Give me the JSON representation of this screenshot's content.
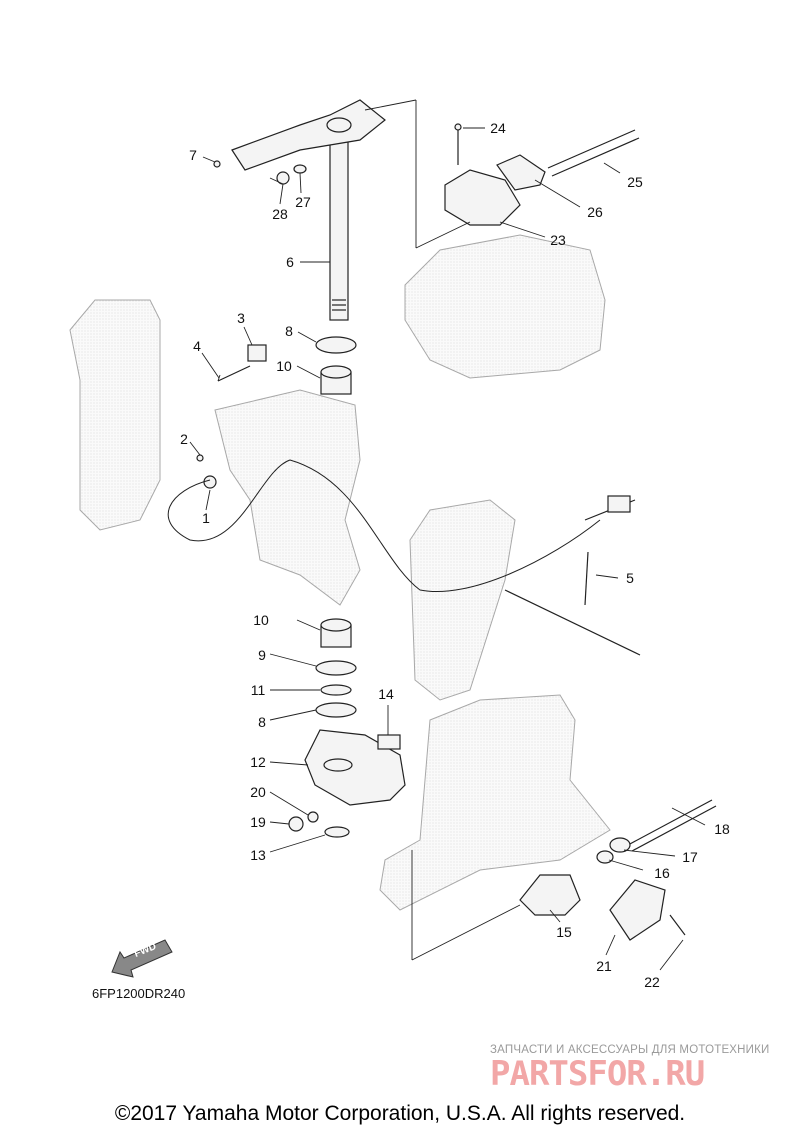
{
  "callouts": [
    {
      "id": "1",
      "label": "1"
    },
    {
      "id": "2",
      "label": "2"
    },
    {
      "id": "3",
      "label": "3"
    },
    {
      "id": "4",
      "label": "4"
    },
    {
      "id": "5",
      "label": "5"
    },
    {
      "id": "6",
      "label": "6"
    },
    {
      "id": "7",
      "label": "7"
    },
    {
      "id": "8a",
      "label": "8"
    },
    {
      "id": "8b",
      "label": "8"
    },
    {
      "id": "9",
      "label": "9"
    },
    {
      "id": "10a",
      "label": "10"
    },
    {
      "id": "10b",
      "label": "10"
    },
    {
      "id": "11",
      "label": "11"
    },
    {
      "id": "12",
      "label": "12"
    },
    {
      "id": "13",
      "label": "13"
    },
    {
      "id": "14",
      "label": "14"
    },
    {
      "id": "15",
      "label": "15"
    },
    {
      "id": "16",
      "label": "16"
    },
    {
      "id": "17",
      "label": "17"
    },
    {
      "id": "18",
      "label": "18"
    },
    {
      "id": "19",
      "label": "19"
    },
    {
      "id": "20",
      "label": "20"
    },
    {
      "id": "21",
      "label": "21"
    },
    {
      "id": "22",
      "label": "22"
    },
    {
      "id": "23",
      "label": "23"
    },
    {
      "id": "24",
      "label": "24"
    },
    {
      "id": "25",
      "label": "25"
    },
    {
      "id": "26",
      "label": "26"
    },
    {
      "id": "27",
      "label": "27"
    },
    {
      "id": "28",
      "label": "28"
    }
  ],
  "fwd_arrow_label": "FWD",
  "diagram_code": "6FP1200DR240",
  "watermark": {
    "tagline": "ЗАПЧАСТИ И АКСЕССУАРЫ ДЛЯ МОТОТЕХНИКИ",
    "brand": "PARTSFOR.RU"
  },
  "copyright": "©2017 Yamaha Motor Corporation, U.S.A. All rights reserved.",
  "colors": {
    "line": "#1a1a1a",
    "part_fill": "#f4f4f4",
    "part_stroke": "#9a9a9a",
    "watermark_brand": "#f2a7a7",
    "watermark_tagline": "#9a9a9a"
  }
}
